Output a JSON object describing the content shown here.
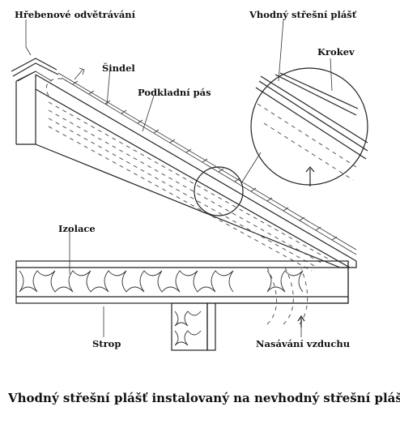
{
  "labels": {
    "ridge_vent": "Hřebenové odvětrávání",
    "shingle": "Šindel",
    "underlayment": "Podkladní pás",
    "suitable_roofing": "Vhodný střešní plášť",
    "rafter": "Krokev",
    "insulation": "Izolace",
    "ceiling": "Strop",
    "air_intake": "Nasávání vzduchu"
  },
  "caption": "Vhodný střešní plášť instalovaný na nevhodný střešní plášť"
}
